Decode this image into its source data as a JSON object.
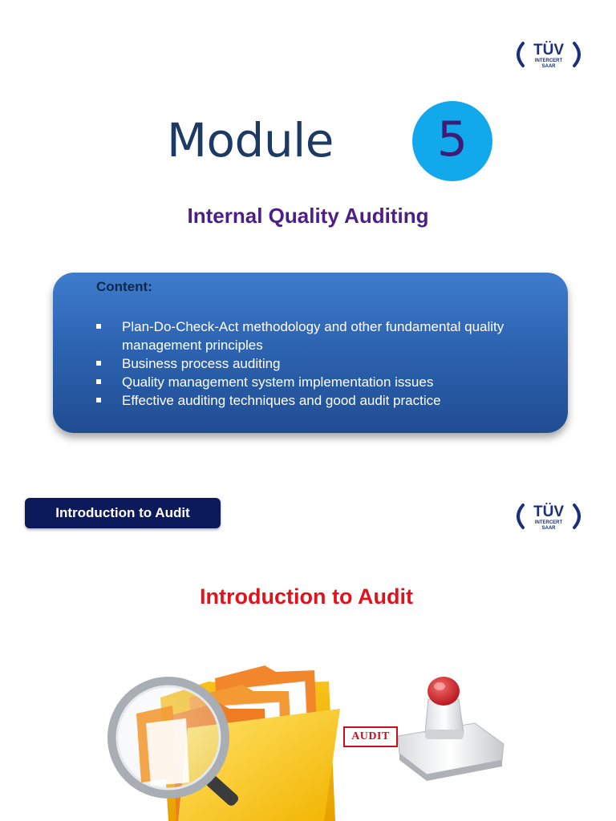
{
  "slide1": {
    "logo_text": {
      "top": "TÜV",
      "line2": "INTERCERT",
      "line3": "SAAR"
    },
    "title": "Module",
    "number": "5",
    "subtitle": "Internal Quality Auditing",
    "content_heading": "Content:",
    "content_items": [
      "Plan-Do-Check-Act methodology and other fundamental quality management principles",
      "Business process auditing",
      "Quality management system implementation issues",
      "Effective auditing techniques and good audit practice"
    ]
  },
  "slide2": {
    "section_tab": "Introduction to Audit",
    "title": "Introduction to Audit",
    "stamp_label": "AUDIT",
    "image_subjects": [
      "folder-icon",
      "magnifier-icon",
      "stamp-icon"
    ]
  },
  "colors": {
    "module_circle": "#12a9ec",
    "module_number": "#3b1d78",
    "module_title": "#1c3a63",
    "subtitle": "#4b1f86",
    "content_box": "#2d64b2",
    "section_tab": "#0c1a5c",
    "intro_title": "#e0121b",
    "logo": "#1b2f7a"
  }
}
